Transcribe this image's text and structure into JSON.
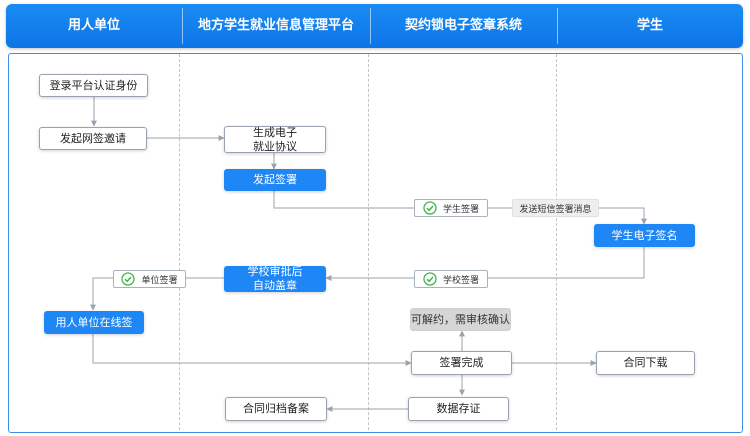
{
  "header": {
    "col1": "用人单位",
    "col2": "地方学生就业信息管理平台",
    "col3": "契约锁电子签章系统",
    "col4": "学生"
  },
  "nodes": {
    "login": "登录平台认证身份",
    "invite": "发起网签邀请",
    "generate_line1": "生成电子",
    "generate_line2": "就业协议",
    "start_sign": "发起签署",
    "student_esign": "学生电子签名",
    "school_approve_line1": "学校审批后",
    "school_approve_line2": "自动盖章",
    "employer_online": "用人单位在线签",
    "cancelable": "可解约，需审核确认",
    "sign_done": "签署完成",
    "download": "合同下载",
    "evidence": "数据存证",
    "archive": "合同归档备案"
  },
  "tags": {
    "student_signed": "学生签署",
    "sms_notice": "发送短信签署消息",
    "school_signed": "学校签署",
    "employer_signed": "单位签署"
  },
  "colors": {
    "header_blue": "#1a8cf4",
    "node_blue": "#1f87f5",
    "check_green": "#3db84a",
    "arrow_gray": "#9aa3ad"
  }
}
